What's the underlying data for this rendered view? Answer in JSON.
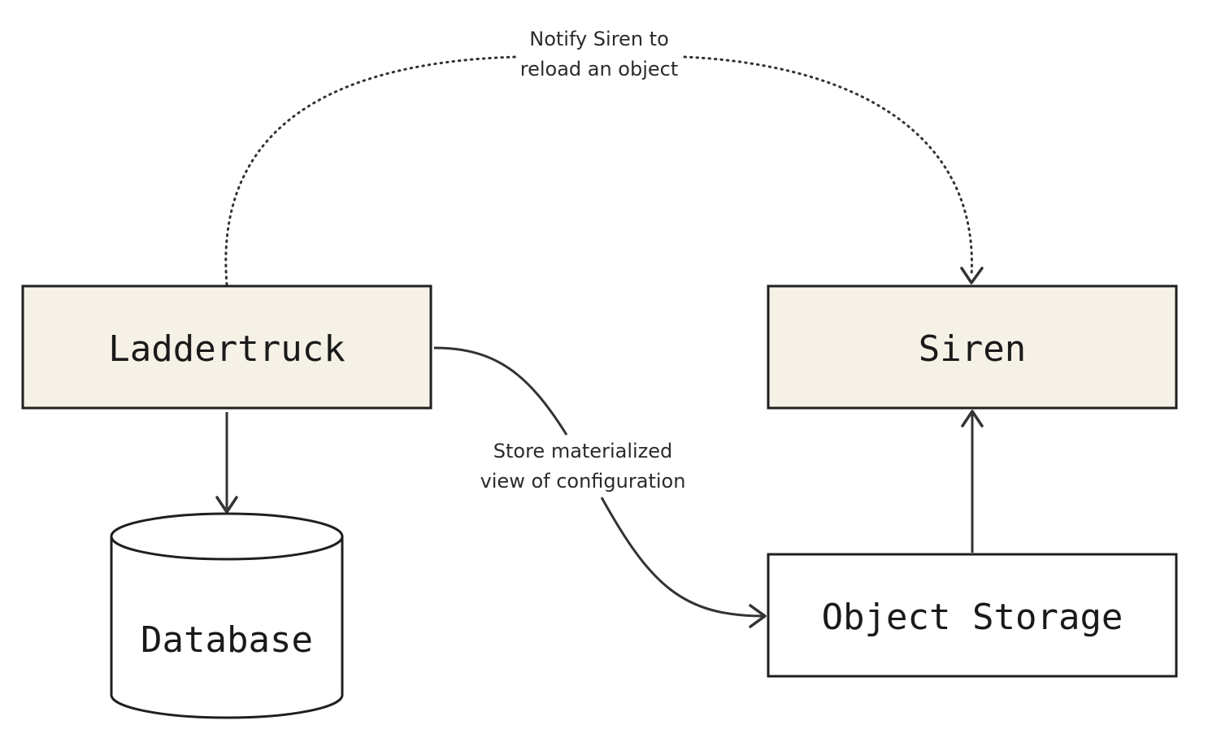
{
  "nodes": {
    "laddertruck": {
      "label": "Laddertruck"
    },
    "siren": {
      "label": "Siren"
    },
    "database": {
      "label": "Database"
    },
    "object_storage": {
      "label": "Object Storage"
    }
  },
  "edges": {
    "notify": {
      "line1": "Notify Siren to",
      "line2": "reload an object"
    },
    "store": {
      "line1": "Store materialized",
      "line2": "view of configuration"
    }
  },
  "colors": {
    "box_cream": "#f5f1e6",
    "box_white": "#ffffff",
    "stroke": "#1f1f1f",
    "edge": "#333333"
  }
}
